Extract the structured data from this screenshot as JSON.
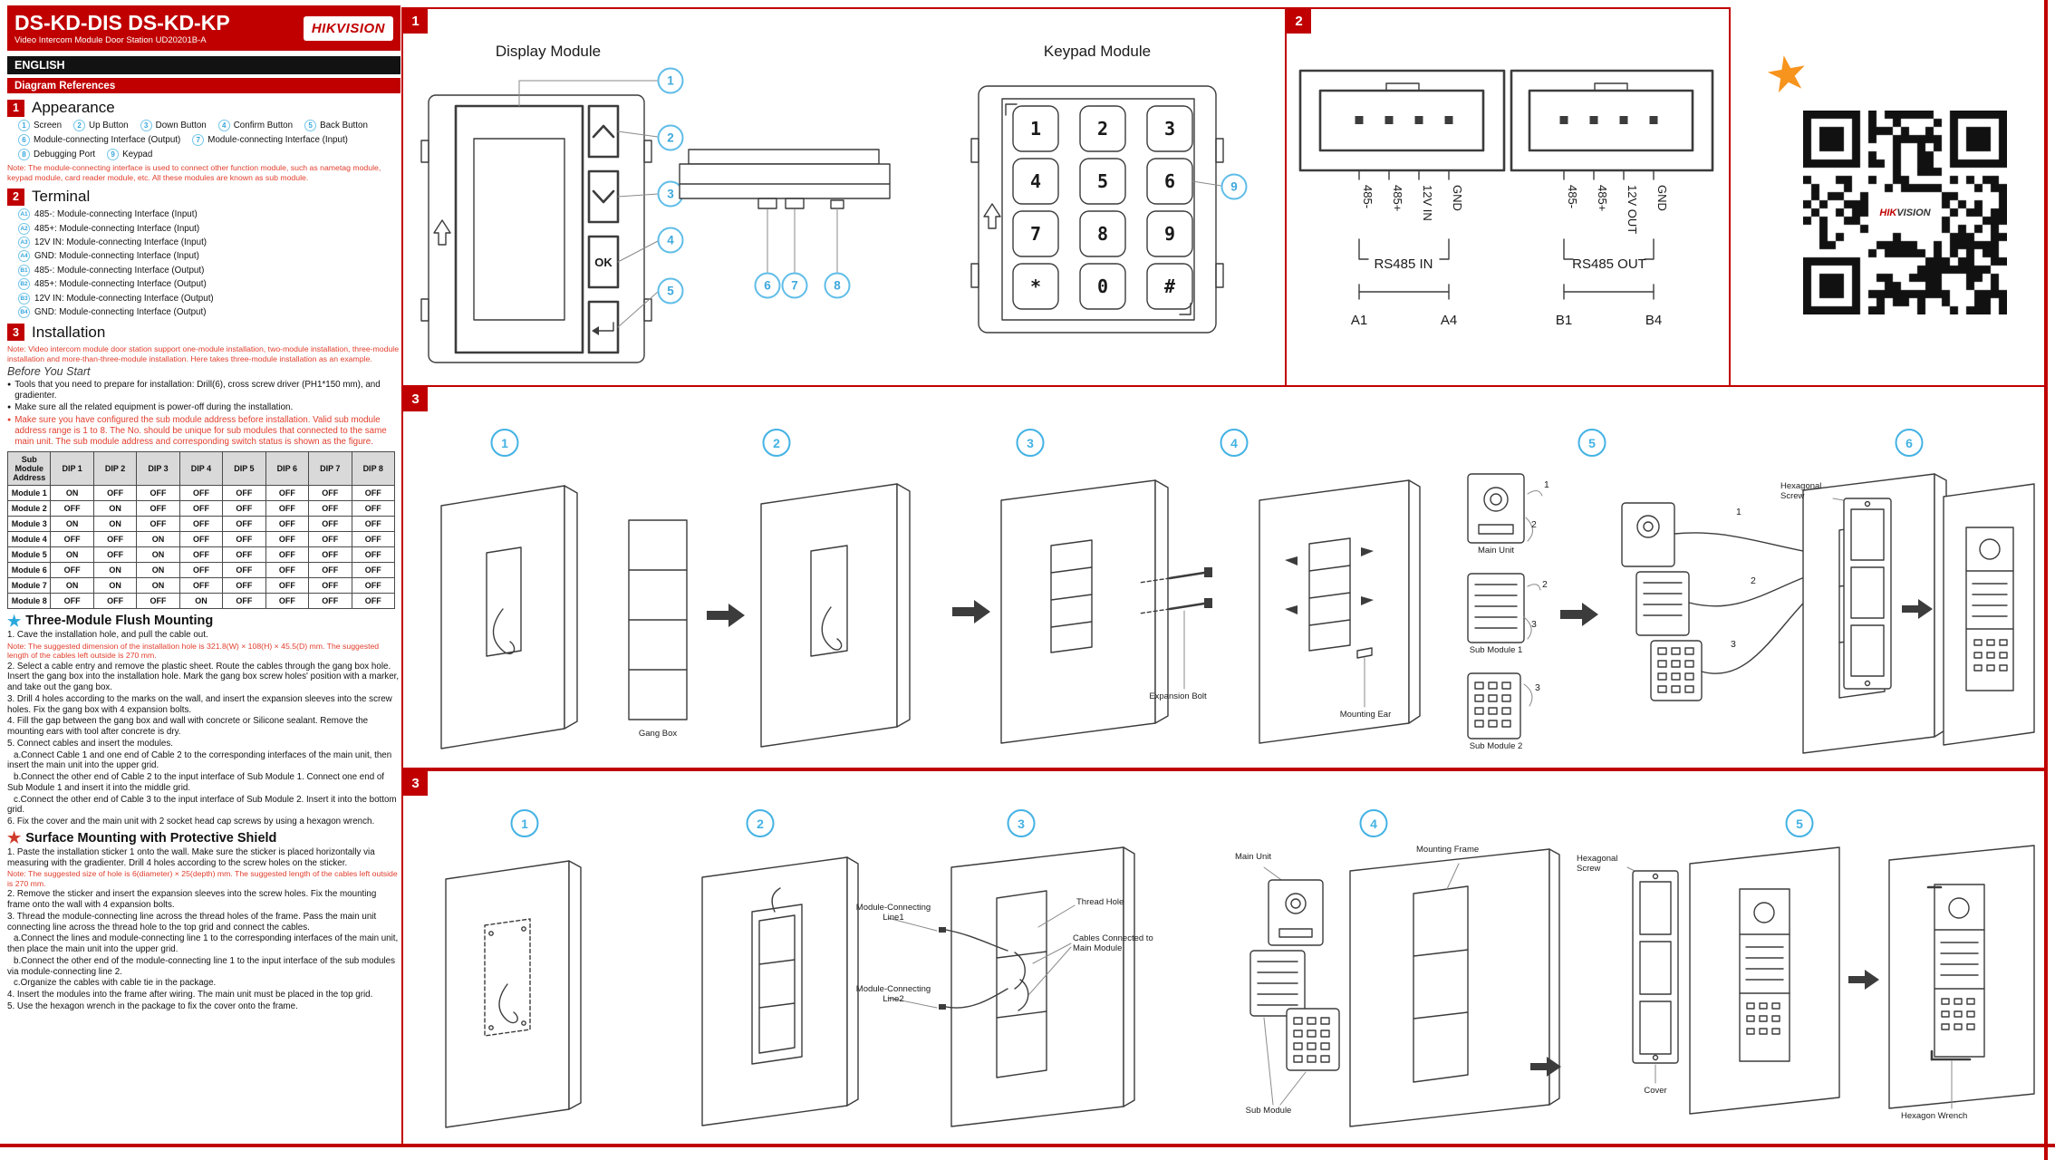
{
  "header": {
    "title": "DS-KD-DIS  DS-KD-KP",
    "subtitle": "Video Intercom Module Door Station UD20201B-A",
    "brand": "HIKVISION",
    "language_bar": "ENGLISH",
    "diagram_references": "Diagram References"
  },
  "icons": {
    "bullet": "●",
    "flush_star": "★",
    "surface_star": "★",
    "qr_star": "★"
  },
  "colors": {
    "accent_red": "#c00000",
    "note_red": "#e23d2c",
    "callout_cyan": "#43b2e4",
    "star_orange": "#f7941d"
  },
  "appearance": {
    "section_no": "1",
    "heading": "Appearance",
    "items": [
      {
        "no": "1",
        "label": "Screen"
      },
      {
        "no": "2",
        "label": "Up Button"
      },
      {
        "no": "3",
        "label": "Down Button"
      },
      {
        "no": "4",
        "label": "Confirm Button"
      },
      {
        "no": "5",
        "label": "Back Button"
      },
      {
        "no": "6",
        "label": "Module-connecting Interface (Output)"
      },
      {
        "no": "7",
        "label": "Module-connecting Interface (Input)"
      },
      {
        "no": "8",
        "label": "Debugging Port"
      },
      {
        "no": "9",
        "label": "Keypad"
      }
    ],
    "note": "Note: The module-connecting interface is used to connect other function module, such as nametag module, keypad module, card reader module, etc. All these modules are known as sub module."
  },
  "terminal": {
    "section_no": "2",
    "heading": "Terminal",
    "items": [
      {
        "no": "A1",
        "label": "485-: Module-connecting Interface (Input)"
      },
      {
        "no": "A2",
        "label": "485+: Module-connecting Interface (Input)"
      },
      {
        "no": "A3",
        "label": "12V IN: Module-connecting Interface (Input)"
      },
      {
        "no": "A4",
        "label": "GND: Module-connecting Interface (Input)"
      },
      {
        "no": "B1",
        "label": "485-: Module-connecting Interface (Output)"
      },
      {
        "no": "B2",
        "label": "485+: Module-connecting Interface (Output)"
      },
      {
        "no": "B3",
        "label": "12V IN: Module-connecting Interface (Output)"
      },
      {
        "no": "B4",
        "label": "GND: Module-connecting Interface (Output)"
      }
    ]
  },
  "installation": {
    "section_no": "3",
    "heading": "Installation",
    "note": "Note: Video intercom module door station support one-module installation, two-module installation, three-module installation and more-than-three-module installation. Here takes three-module installation as an example.",
    "before_you_start": "Before You Start",
    "bullets": [
      "Tools that you need to prepare for installation: Drill(6), cross screw driver (PH1*150 mm), and gradienter.",
      "Make sure all the related equipment is power-off during the installation.",
      "Make sure you have configured the sub module address before installation. Valid sub module address range is 1 to 8. The No. should be unique for sub modules that connected to the same main unit. The sub module address and corresponding switch status is shown as the figure."
    ],
    "dip_table": {
      "headers": [
        "Sub Module Address",
        "DIP 1",
        "DIP 2",
        "DIP 3",
        "DIP 4",
        "DIP 5",
        "DIP 6",
        "DIP 7",
        "DIP 8"
      ],
      "rows": [
        {
          "module": "Module 1",
          "dips": [
            "ON",
            "OFF",
            "OFF",
            "OFF",
            "OFF",
            "OFF",
            "OFF",
            "OFF"
          ]
        },
        {
          "module": "Module 2",
          "dips": [
            "OFF",
            "ON",
            "OFF",
            "OFF",
            "OFF",
            "OFF",
            "OFF",
            "OFF"
          ]
        },
        {
          "module": "Module 3",
          "dips": [
            "ON",
            "ON",
            "OFF",
            "OFF",
            "OFF",
            "OFF",
            "OFF",
            "OFF"
          ]
        },
        {
          "module": "Module 4",
          "dips": [
            "OFF",
            "OFF",
            "ON",
            "OFF",
            "OFF",
            "OFF",
            "OFF",
            "OFF"
          ]
        },
        {
          "module": "Module 5",
          "dips": [
            "ON",
            "OFF",
            "ON",
            "OFF",
            "OFF",
            "OFF",
            "OFF",
            "OFF"
          ]
        },
        {
          "module": "Module 6",
          "dips": [
            "OFF",
            "ON",
            "ON",
            "OFF",
            "OFF",
            "OFF",
            "OFF",
            "OFF"
          ]
        },
        {
          "module": "Module 7",
          "dips": [
            "ON",
            "ON",
            "ON",
            "OFF",
            "OFF",
            "OFF",
            "OFF",
            "OFF"
          ]
        },
        {
          "module": "Module 8",
          "dips": [
            "OFF",
            "OFF",
            "OFF",
            "ON",
            "OFF",
            "OFF",
            "OFF",
            "OFF"
          ]
        }
      ]
    }
  },
  "flush": {
    "heading": "Three-Module Flush Mounting",
    "s1": "1. Cave the installation hole, and pull the cable out.",
    "note1": "Note: The suggested dimension of the installation hole is 321.8(W) × 108(H) × 45.5(D) mm. The suggested length of the cables left outside is 270 mm.",
    "s2": "2. Select a cable entry and remove the plastic sheet.  Route the cables through the gang box hole. Insert the gang box into the installation hole.  Mark the gang box screw holes' position with a marker, and take out the gang box.",
    "s3": "3. Drill 4 holes according to the marks on the wall, and insert the expansion sleeves into the screw holes. Fix the gang box with 4 expansion bolts.",
    "s4": "4. Fill the gap between the gang box and wall with concrete or Silicone sealant. Remove the mounting ears with tool after concrete is dry.",
    "s5": "5. Connect cables and insert the modules.",
    "s5a": "a.Connect Cable 1 and one end of Cable 2 to the corresponding interfaces of the main unit, then insert the main unit into the upper grid.",
    "s5b": "b.Connect the other end of Cable 2 to the input interface of Sub Module 1. Connect one end of Sub Module 1 and insert it into the middle grid.",
    "s5c": "c.Connect the other end of Cable 3 to the input interface of Sub Module 2. Insert it into the bottom grid.",
    "s6": "6. Fix the cover and the main unit with 2 socket head cap screws by using a hexagon wrench."
  },
  "surface": {
    "heading": "Surface Mounting with Protective Shield",
    "s1": "1. Paste the installation sticker 1 onto the wall. Make sure the sticker is placed horizontally via measuring with the gradienter. Drill 4 holes according to the screw holes on the sticker.",
    "note1": "Note: The suggested size of hole is 6(diameter) × 25(depth) mm. The suggested length of the cables left outside is 270 mm.",
    "s2": "2. Remove the sticker and insert the expansion sleeves into the screw holes. Fix the mounting frame onto the wall with 4 expansion bolts.",
    "s3": "3. Thread the module-connecting line across the thread holes of the frame.  Pass the main unit connecting line across the thread hole to the top grid and connect the cables.",
    "s3a": "a.Connect the lines and module-connecting line 1 to the corresponding interfaces of the main unit, then place the main unit into the upper grid.",
    "s3b": "b.Connect the other end of the module-connecting line 1 to the input interface of the sub modules via module-connecting line 2.",
    "s3c": "c.Organize the cables with cable tie in the package.",
    "s4": "4. Insert the modules into the frame after wiring. The main unit must be placed in the top grid.",
    "s5": "5. Use the hexagon wrench in the package to fix the cover onto the frame."
  },
  "panel1": {
    "section_no": "1",
    "display_title": "Display Module",
    "keypad_title": "Keypad Module",
    "display_callouts": [
      "1",
      "2",
      "3",
      "4",
      "5"
    ],
    "side_callouts": [
      "6",
      "7",
      "8"
    ],
    "keypad_callout": "9",
    "ok_label": "OK",
    "keypad_keys": [
      "1",
      "2",
      "3",
      "4",
      "5",
      "6",
      "7",
      "8",
      "9",
      "*",
      "0",
      "#"
    ]
  },
  "panel2": {
    "section_no": "2",
    "left": {
      "pins": [
        "485-",
        "485+",
        "12V IN",
        "GND"
      ],
      "bus": "RS485 IN",
      "start": "A1",
      "end": "A4"
    },
    "right": {
      "pins": [
        "485-",
        "485+",
        "12V OUT",
        "GND"
      ],
      "bus": "RS485 OUT",
      "start": "B1",
      "end": "B4"
    }
  },
  "qr": {
    "brand_hik": "HIK",
    "brand_vision": "VISION"
  },
  "flush_diagram": {
    "section_no": "3",
    "step_numbers": [
      "1",
      "2",
      "3",
      "4",
      "5",
      "6"
    ],
    "gang_box": "Gang  Box",
    "expansion_bolt": "Expansion Bolt",
    "mounting_ear": "Mounting Ear",
    "main_unit": "Main Unit",
    "sub_module_1": "Sub Module 1",
    "sub_module_2": "Sub Module 2",
    "hexagonal_screw": "Hexagonal Screw",
    "cable_numbers": [
      "1",
      "2",
      "3"
    ]
  },
  "surface_diagram": {
    "section_no": "3",
    "step_numbers": [
      "1",
      "2",
      "3",
      "4",
      "5"
    ],
    "line1": "Module-Connecting Line1",
    "line2": "Module-Connecting Line2",
    "thread_hole": "Thread Hole",
    "cables_connected": "Cables Connected to Main Module",
    "main_unit": "Main Unit",
    "mounting_frame": "Mounting Frame",
    "sub_module": "Sub Module",
    "hexagonal_screw": "Hexagonal Screw",
    "cover": "Cover",
    "hexagon_wrench": "Hexagon Wrench"
  }
}
